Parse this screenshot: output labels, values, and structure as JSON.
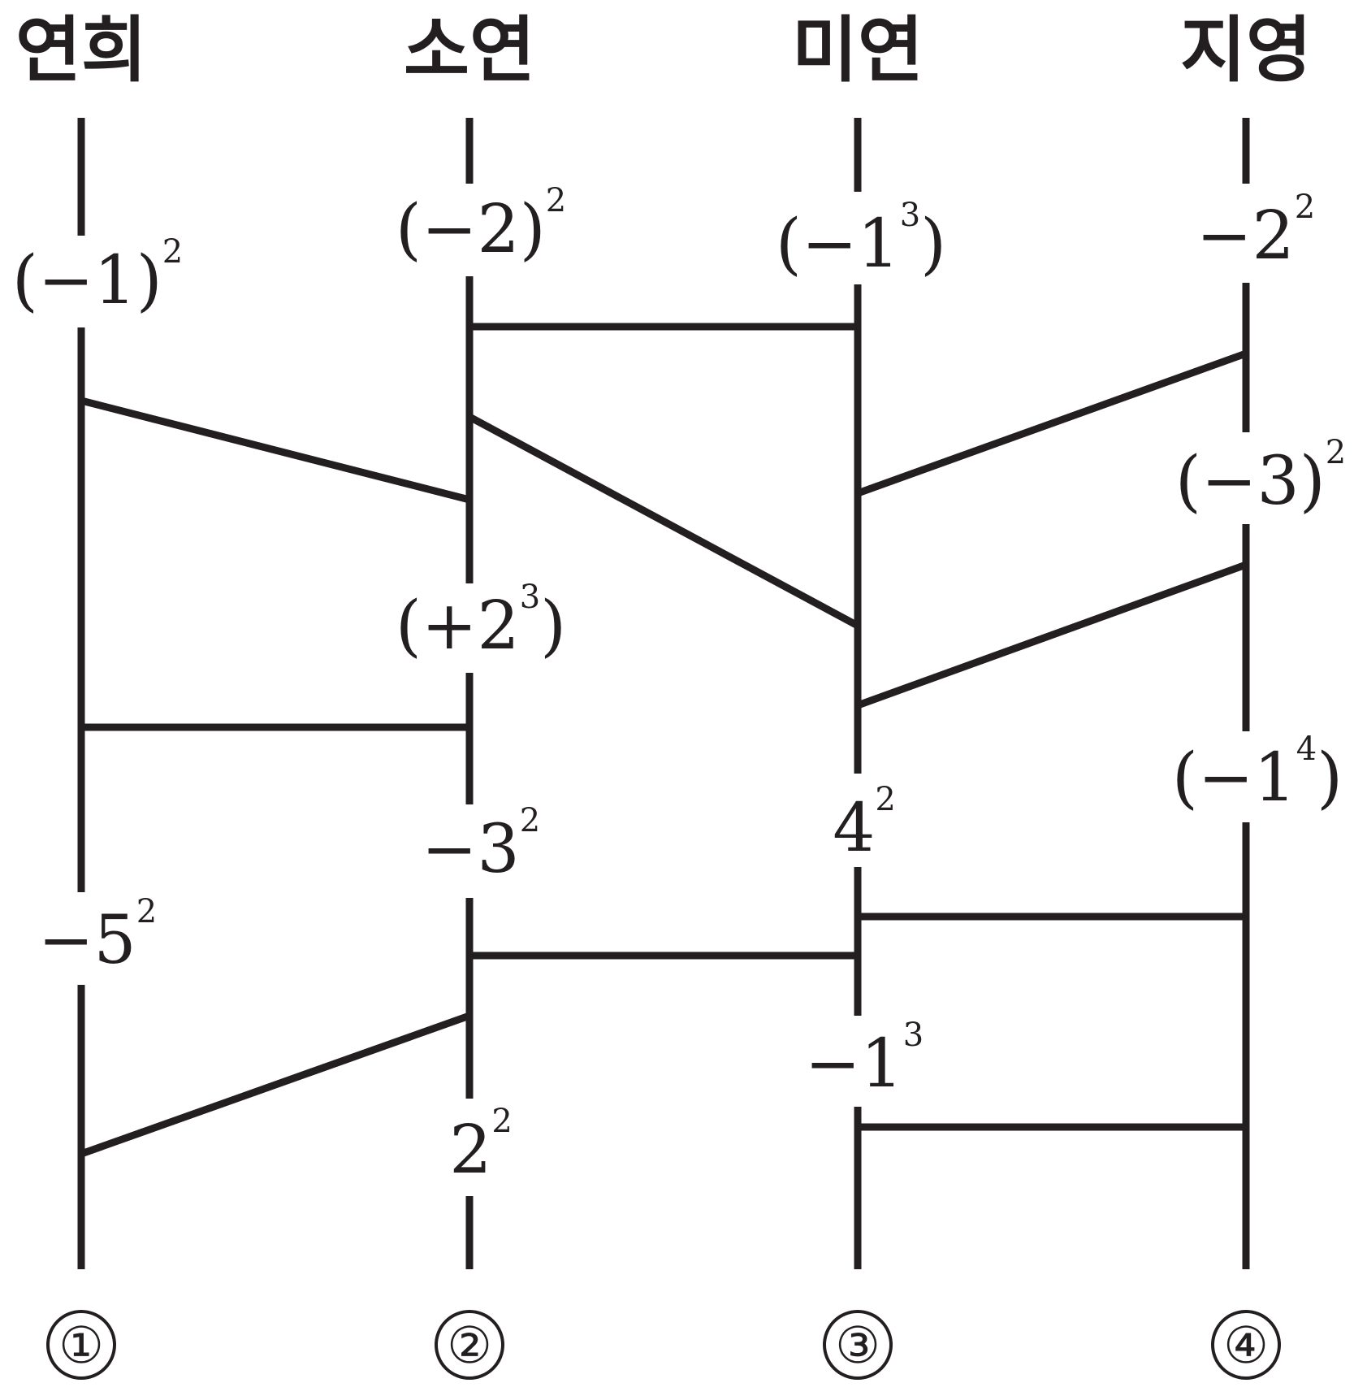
{
  "names": [
    "연희",
    "소연",
    "미연",
    "지영"
  ],
  "results": [
    "①",
    "②",
    "③",
    "④"
  ],
  "expressions": [
    [
      {
        "base": "(−1)",
        "exp": "2",
        "tail": ""
      },
      {
        "base": "−5",
        "exp": "2",
        "tail": ""
      }
    ],
    [
      {
        "base": "(−2)",
        "exp": "2",
        "tail": ""
      },
      {
        "base": "(+2",
        "exp": "3",
        "tail": ")"
      },
      {
        "base": "−3",
        "exp": "2",
        "tail": ""
      },
      {
        "base": "2",
        "exp": "2",
        "tail": ""
      }
    ],
    [
      {
        "base": "(−1",
        "exp": "3",
        "tail": ")"
      },
      {
        "base": "4",
        "exp": "2",
        "tail": ""
      },
      {
        "base": "−1",
        "exp": "3",
        "tail": ""
      }
    ],
    [
      {
        "base": "−2",
        "exp": "2",
        "tail": ""
      },
      {
        "base": "(−3)",
        "exp": "2",
        "tail": ""
      },
      {
        "base": "(−1",
        "exp": "4",
        "tail": ")"
      }
    ]
  ]
}
